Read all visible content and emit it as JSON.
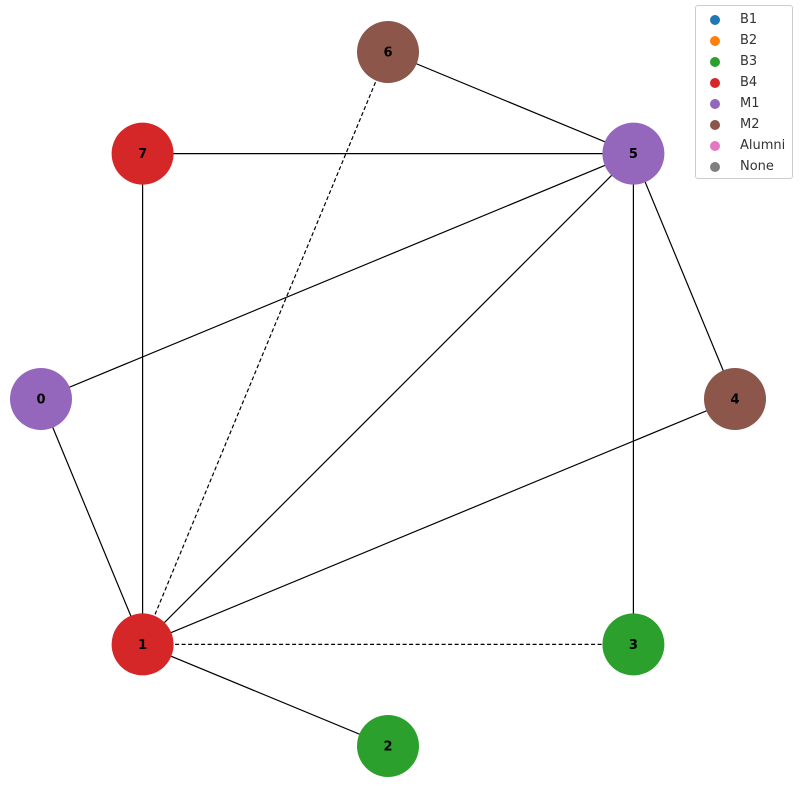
{
  "legend": {
    "items": [
      {
        "label": "B1",
        "color": "#1f77b4"
      },
      {
        "label": "B2",
        "color": "#ff7f0e"
      },
      {
        "label": "B3",
        "color": "#2ca02c"
      },
      {
        "label": "B4",
        "color": "#d62728"
      },
      {
        "label": "M1",
        "color": "#9467bd"
      },
      {
        "label": "M2",
        "color": "#8c564b"
      },
      {
        "label": "Alumni",
        "color": "#e377c2"
      },
      {
        "label": "None",
        "color": "#7f7f7f"
      }
    ]
  },
  "graph": {
    "nodes": [
      {
        "id": "0",
        "group": "M1",
        "color": "#9467bd"
      },
      {
        "id": "1",
        "group": "B4",
        "color": "#d62728"
      },
      {
        "id": "2",
        "group": "B3",
        "color": "#2ca02c"
      },
      {
        "id": "3",
        "group": "B3",
        "color": "#2ca02c"
      },
      {
        "id": "4",
        "group": "M2",
        "color": "#8c564b"
      },
      {
        "id": "5",
        "group": "M1",
        "color": "#9467bd"
      },
      {
        "id": "6",
        "group": "M2",
        "color": "#8c564b"
      },
      {
        "id": "7",
        "group": "B4",
        "color": "#d62728"
      }
    ],
    "edges": [
      {
        "source": "1",
        "target": "7",
        "style": "solid"
      },
      {
        "source": "1",
        "target": "3",
        "style": "dashed"
      },
      {
        "source": "1",
        "target": "2",
        "style": "solid"
      },
      {
        "source": "1",
        "target": "0",
        "style": "solid"
      },
      {
        "source": "1",
        "target": "5",
        "style": "solid"
      },
      {
        "source": "1",
        "target": "4",
        "style": "solid"
      },
      {
        "source": "1",
        "target": "6",
        "style": "dashed"
      },
      {
        "source": "0",
        "target": "5",
        "style": "solid"
      },
      {
        "source": "5",
        "target": "7",
        "style": "solid"
      },
      {
        "source": "5",
        "target": "3",
        "style": "solid"
      },
      {
        "source": "5",
        "target": "6",
        "style": "solid"
      },
      {
        "source": "5",
        "target": "4",
        "style": "solid"
      }
    ]
  }
}
